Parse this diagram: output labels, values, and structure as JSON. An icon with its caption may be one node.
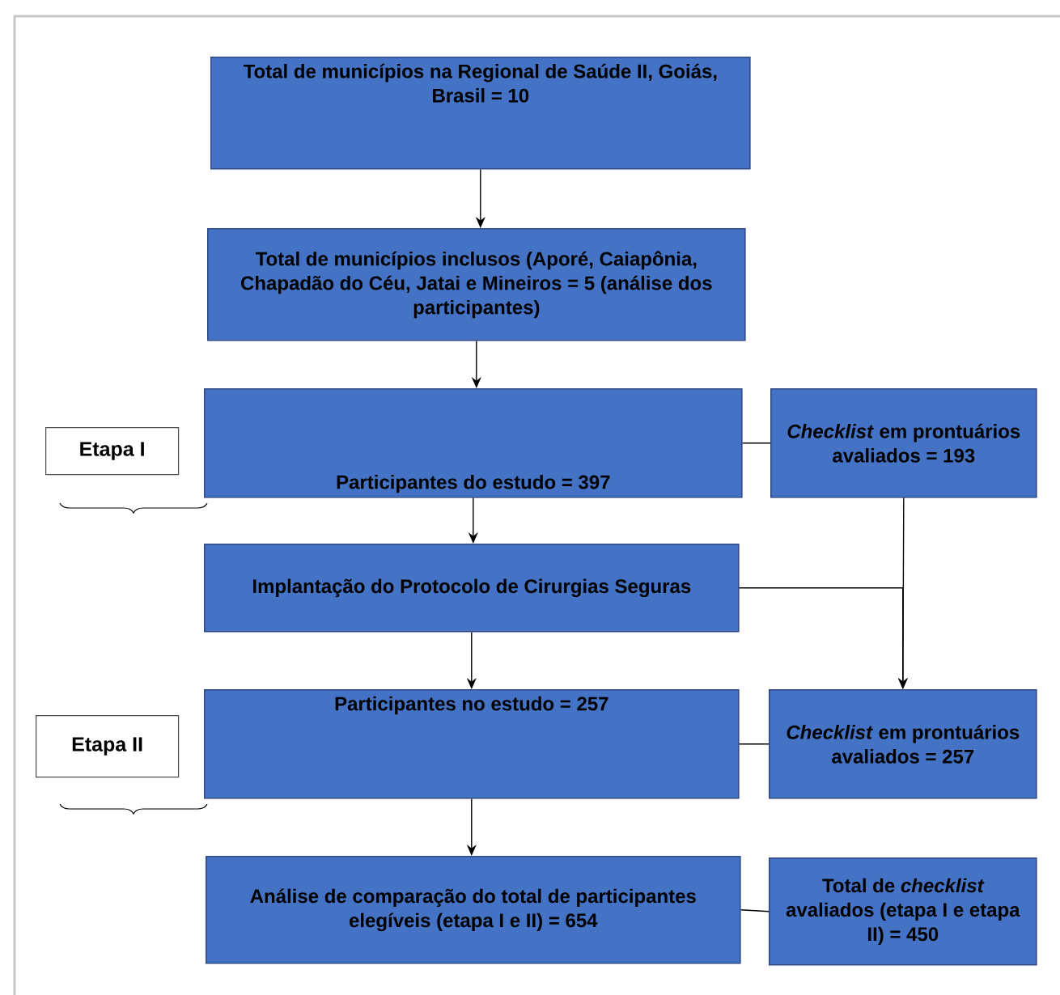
{
  "diagram": {
    "nodes": [
      {
        "text": [
          "Total de municípios na Regional de Saúde II, Goiás, Brasil = 10"
        ]
      },
      {
        "text": [
          "Total de municípios inclusos (Aporé, Caiapônia, Chapadão do Céu, Jatai e Mineiros = 5 (análise dos participantes)"
        ]
      },
      {
        "text": [
          "Etapa I"
        ]
      },
      {
        "text": [
          "Participantes do estudo = 397"
        ]
      },
      {
        "text": [
          "*Checklist* em prontuários avaliados = 193"
        ]
      },
      {
        "text": [
          "Implantação do Protocolo de Cirurgias Seguras"
        ]
      },
      {
        "text": [
          "Etapa II"
        ]
      },
      {
        "text": [
          "Participantes no estudo = 257"
        ]
      },
      {
        "text": [
          "*Checklist* em prontuários avaliados = 257"
        ]
      },
      {
        "text": [
          "Análise de comparação do total de participantes elegíveis (etapa I e II) = 654"
        ]
      },
      {
        "text": [
          "Total de *checklist* avaliados (etapa I e etapa II) = 450"
        ]
      }
    ],
    "edges": [
      {
        "from": 0,
        "to": 1,
        "arrow": "to"
      },
      {
        "from": 1,
        "to": 3,
        "arrow": "to"
      },
      {
        "from": 3,
        "to": 4,
        "arrow": "none"
      },
      {
        "from": 3,
        "to": 5,
        "arrow": "to"
      },
      {
        "from": 4,
        "to": 8,
        "arrow": "to"
      },
      {
        "from": 5,
        "to": 8,
        "arrow": "to"
      },
      {
        "from": 5,
        "to": 7,
        "arrow": "to"
      },
      {
        "from": 7,
        "to": 8,
        "arrow": "none"
      },
      {
        "from": 7,
        "to": 9,
        "arrow": "to"
      },
      {
        "from": 9,
        "to": 10,
        "arrow": "none"
      }
    ]
  }
}
